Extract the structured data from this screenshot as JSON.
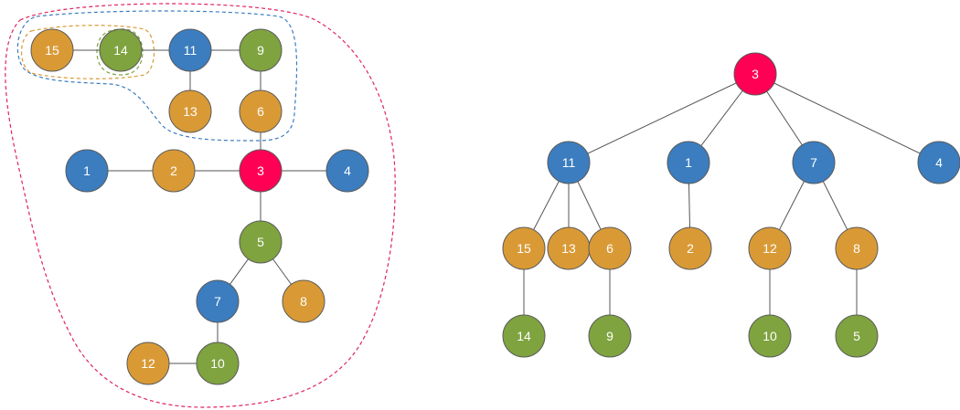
{
  "colors": {
    "root": "#ff0055",
    "blue": "#3b7dbf",
    "orange": "#d99a36",
    "green": "#7fa33f",
    "hull_outer": "#e0245e",
    "hull_blue": "#3b7dbf",
    "hull_orange": "#d99a36",
    "hull_green": "#7fa33f"
  },
  "left_graph": {
    "nodes": [
      {
        "id": "15",
        "label": "15",
        "color": "orange"
      },
      {
        "id": "14",
        "label": "14",
        "color": "green"
      },
      {
        "id": "11",
        "label": "11",
        "color": "blue"
      },
      {
        "id": "9",
        "label": "9",
        "color": "green"
      },
      {
        "id": "13",
        "label": "13",
        "color": "orange"
      },
      {
        "id": "6",
        "label": "6",
        "color": "orange"
      },
      {
        "id": "1",
        "label": "1",
        "color": "blue"
      },
      {
        "id": "2",
        "label": "2",
        "color": "orange"
      },
      {
        "id": "3",
        "label": "3",
        "color": "root"
      },
      {
        "id": "4",
        "label": "4",
        "color": "blue"
      },
      {
        "id": "5",
        "label": "5",
        "color": "green"
      },
      {
        "id": "7",
        "label": "7",
        "color": "blue"
      },
      {
        "id": "8",
        "label": "8",
        "color": "orange"
      },
      {
        "id": "12",
        "label": "12",
        "color": "orange"
      },
      {
        "id": "10",
        "label": "10",
        "color": "green"
      }
    ],
    "edges": [
      [
        "15",
        "14"
      ],
      [
        "14",
        "11"
      ],
      [
        "11",
        "9"
      ],
      [
        "11",
        "13"
      ],
      [
        "9",
        "6"
      ],
      [
        "6",
        "3"
      ],
      [
        "1",
        "2"
      ],
      [
        "2",
        "3"
      ],
      [
        "3",
        "4"
      ],
      [
        "3",
        "5"
      ],
      [
        "5",
        "7"
      ],
      [
        "5",
        "8"
      ],
      [
        "7",
        "10"
      ],
      [
        "12",
        "10"
      ]
    ]
  },
  "right_tree": {
    "nodes": [
      {
        "id": "3",
        "label": "3",
        "color": "root"
      },
      {
        "id": "11",
        "label": "11",
        "color": "blue"
      },
      {
        "id": "1",
        "label": "1",
        "color": "blue"
      },
      {
        "id": "7",
        "label": "7",
        "color": "blue"
      },
      {
        "id": "4",
        "label": "4",
        "color": "blue"
      },
      {
        "id": "15",
        "label": "15",
        "color": "orange"
      },
      {
        "id": "13",
        "label": "13",
        "color": "orange"
      },
      {
        "id": "6",
        "label": "6",
        "color": "orange"
      },
      {
        "id": "2",
        "label": "2",
        "color": "orange"
      },
      {
        "id": "12",
        "label": "12",
        "color": "orange"
      },
      {
        "id": "8",
        "label": "8",
        "color": "orange"
      },
      {
        "id": "14",
        "label": "14",
        "color": "green"
      },
      {
        "id": "9",
        "label": "9",
        "color": "green"
      },
      {
        "id": "10",
        "label": "10",
        "color": "green"
      },
      {
        "id": "5",
        "label": "5",
        "color": "green"
      }
    ],
    "edges": [
      [
        "3",
        "11"
      ],
      [
        "3",
        "1"
      ],
      [
        "3",
        "7"
      ],
      [
        "3",
        "4"
      ],
      [
        "11",
        "15"
      ],
      [
        "11",
        "13"
      ],
      [
        "11",
        "6"
      ],
      [
        "1",
        "2"
      ],
      [
        "7",
        "12"
      ],
      [
        "7",
        "8"
      ],
      [
        "15",
        "14"
      ],
      [
        "6",
        "9"
      ],
      [
        "12",
        "10"
      ],
      [
        "8",
        "5"
      ]
    ]
  }
}
